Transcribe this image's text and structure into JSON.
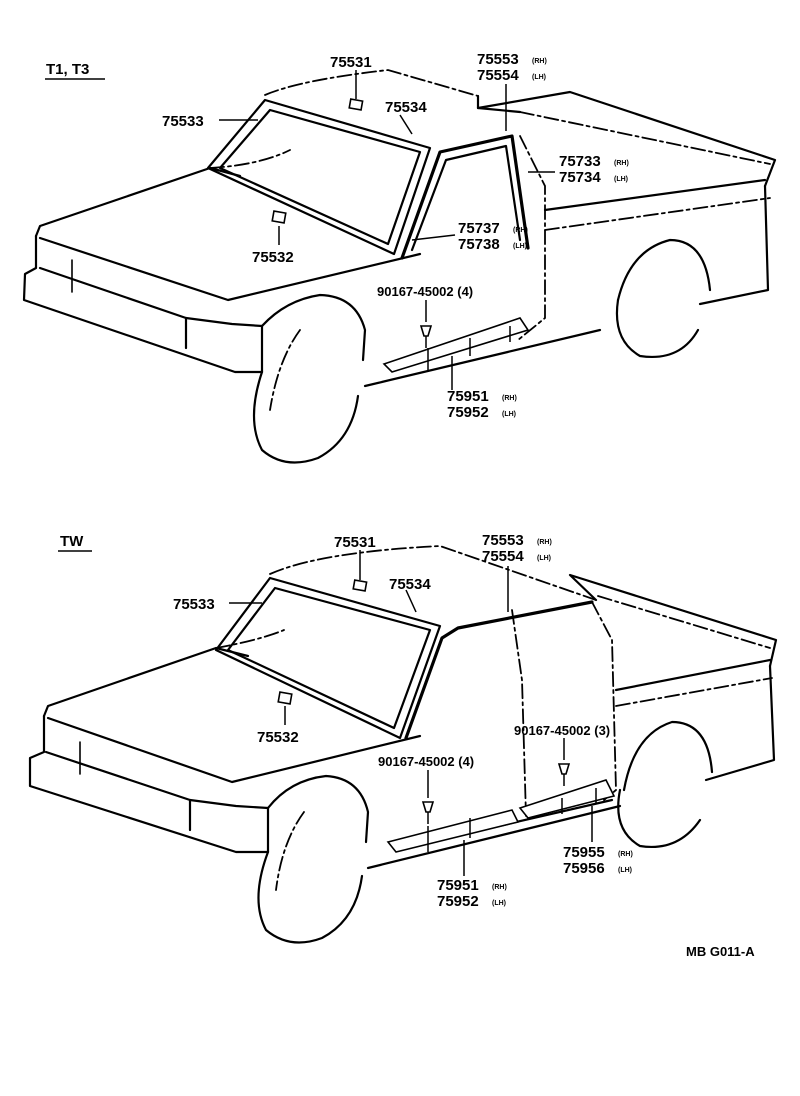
{
  "sections": [
    {
      "header": "T1, T3"
    },
    {
      "header": "TW"
    }
  ],
  "top": {
    "p75531": "75531",
    "p75533": "75533",
    "p75534": "75534",
    "p75532": "75532",
    "p75553": "75553",
    "p75553_side": "(RH)",
    "p75554": "75554",
    "p75554_side": "(LH)",
    "p75733": "75733",
    "p75733_side": "(RH)",
    "p75734": "75734",
    "p75734_side": "(LH)",
    "p75737": "75737",
    "p75737_side": "(RH)",
    "p75738": "75738",
    "p75738_side": "(LH)",
    "screw": "90167-45002 (4)",
    "p75951": "75951",
    "p75951_side": "(RH)",
    "p75952": "75952",
    "p75952_side": "(LH)"
  },
  "bottom": {
    "p75531": "75531",
    "p75533": "75533",
    "p75534": "75534",
    "p75532": "75532",
    "p75553": "75553",
    "p75553_side": "(RH)",
    "p75554": "75554",
    "p75554_side": "(LH)",
    "screw_front": "90167-45002 (4)",
    "screw_rear": "90167-45002 (3)",
    "p75951": "75951",
    "p75951_side": "(RH)",
    "p75952": "75952",
    "p75952_side": "(LH)",
    "p75955": "75955",
    "p75955_side": "(RH)",
    "p75956": "75956",
    "p75956_side": "(LH)"
  },
  "figure_code": "MB G011-A"
}
